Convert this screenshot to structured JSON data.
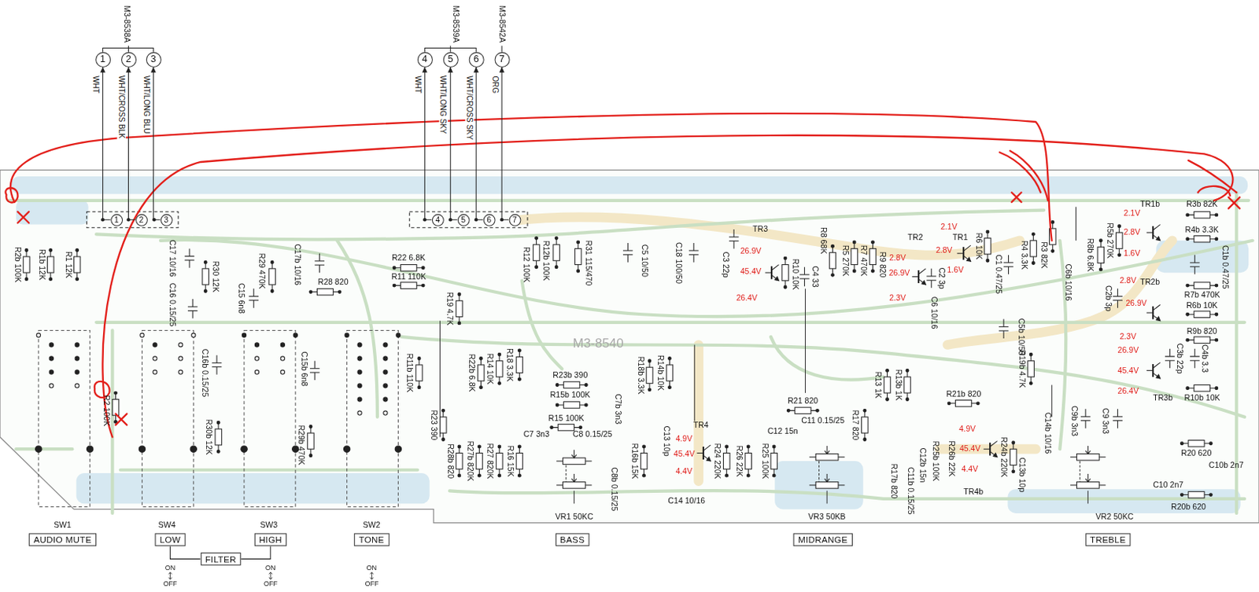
{
  "diagram": {
    "nodes": [
      {
        "text": [
          "1"
        ]
      },
      {
        "text": [
          "2"
        ]
      },
      {
        "text": [
          "3"
        ]
      },
      {
        "text": [
          "4"
        ]
      },
      {
        "text": [
          "5"
        ]
      },
      {
        "text": [
          "6"
        ]
      },
      {
        "text": [
          "7"
        ]
      },
      {
        "text": [
          "1"
        ]
      },
      {
        "text": [
          "2"
        ]
      },
      {
        "text": [
          "3"
        ]
      },
      {
        "text": [
          "4"
        ]
      },
      {
        "text": [
          "5"
        ]
      },
      {
        "text": [
          "6"
        ]
      },
      {
        "text": [
          "7"
        ]
      },
      {
        "text": [
          "AUDIO MUTE"
        ]
      },
      {
        "text": [
          "LOW"
        ]
      },
      {
        "text": [
          "HIGH"
        ]
      },
      {
        "text": [
          "TONE"
        ]
      },
      {
        "text": [
          "BASS"
        ]
      },
      {
        "text": [
          "MIDRANGE"
        ]
      },
      {
        "text": [
          "TREBLE"
        ]
      },
      {
        "text": [
          "FILTER"
        ]
      }
    ],
    "edges": [
      {
        "from": 7,
        "to": 0,
        "arrow": "to",
        "label": "WHT"
      },
      {
        "from": 8,
        "to": 1,
        "arrow": "to",
        "label": "WHT/CROSS BLK"
      },
      {
        "from": 9,
        "to": 2,
        "arrow": "to",
        "label": "WHT/LONG BLU"
      },
      {
        "from": 10,
        "to": 3,
        "arrow": "to",
        "label": "WHT"
      },
      {
        "from": 11,
        "to": 4,
        "arrow": "to",
        "label": "WHT/LONG SKY"
      },
      {
        "from": 12,
        "to": 5,
        "arrow": "to",
        "label": "WHT/CROSS SKY"
      },
      {
        "from": 13,
        "to": 6,
        "arrow": "to",
        "label": "ORG"
      },
      {
        "from": 21,
        "to": 15,
        "arrow": "none"
      },
      {
        "from": 21,
        "to": 16,
        "arrow": "none"
      }
    ],
    "labels": [
      "M3-8538A",
      "M3-8539A",
      "M3-8542A",
      "R2b 100K",
      "R1b 12K",
      "R1 12K",
      "R2 100K",
      "C17 10/16",
      "C16 0.15/25",
      "R30 12K",
      "C15 6n8",
      "R29 470K",
      "C17b 10/16",
      "R28 820",
      "R22 6.8K",
      "R11 110K",
      "R19 4.7K",
      "R12 100K",
      "R12b 100K",
      "R31 115/470",
      "C5 10/50",
      "C18 100/50",
      "C3 22p",
      "TR3",
      "26.9V",
      "45.4V",
      "26.4V",
      "R10 10K",
      "C4 33",
      "R8 68K",
      "R5 270K",
      "R7 470K",
      "R9 820",
      "TR2",
      "2.8V",
      "26.9V",
      "2.3V",
      "C2 3p",
      "TR1",
      "2.1V",
      "2.8V",
      "1.6V",
      "R6 10K",
      "C1 0.47/25",
      "R4 3.3K",
      "R3 82K",
      "C6 10/16",
      "C6b 10/16",
      "C5b 10/50",
      "R8b 6.8K",
      "R5b 270K",
      "TR1b",
      "2.1V",
      "2.8V",
      "1.6V",
      "R3b 82K",
      "R4b 3.3K",
      "C1b 0.47/25",
      "C2b 3p",
      "2.8V",
      "TR2b",
      "26.9V",
      "R7b 470K",
      "R6b 10K",
      "R9b 820",
      "2.3V",
      "26.9V",
      "C3b 22p",
      "C4b 3.3",
      "45.4V",
      "26.4V",
      "TR3b",
      "R10b 10K",
      "R19b 4.7K",
      "C14b 10/16",
      "C9b 3n3",
      "C9 3n3",
      "R20 620",
      "C10 2n7",
      "C10b 2n7",
      "R20b 620",
      "VR2 50KC",
      "R21b 820",
      "R13 1K",
      "R13b 1K",
      "R21 820",
      "R17 820",
      "C12 15n",
      "C11 0.15/25",
      "R25 100K",
      "R26 22K",
      "R24 220K",
      "TR4",
      "4.9V",
      "45.4V",
      "4.4V",
      "C13 10p",
      "C14 10/16",
      "R16b 15K",
      "C8b 0.15/25",
      "C7b 3n3",
      "R18b 3.3K",
      "R14b 10K",
      "R23b 390",
      "R15b 100K",
      "R15 100K",
      "C7 3n3",
      "C8 0.15/25",
      "VR1 50KC",
      "R22b 6.8K",
      "R14 10K",
      "R18 3.3K",
      "R11b 110K",
      "R23 390",
      "R28b 820",
      "R27b 820K",
      "R27 820K",
      "R16 15K",
      "M3-8540",
      "C16b 0.15/25",
      "C15b 6n8",
      "R30b 12K",
      "R29b 470K",
      "SW1",
      "SW4",
      "SW3",
      "SW2",
      "ON",
      "OFF",
      "ON",
      "OFF",
      "ON",
      "OFF",
      "R24b 220K",
      "C13b 10p",
      "R26b 22K",
      "R25b 100K",
      "C12b 15n",
      "C11b 0.15/25",
      "R17b 820",
      "4.9V",
      "45.4V",
      "4.4V",
      "TR4b",
      "VR3 50KB"
    ]
  }
}
